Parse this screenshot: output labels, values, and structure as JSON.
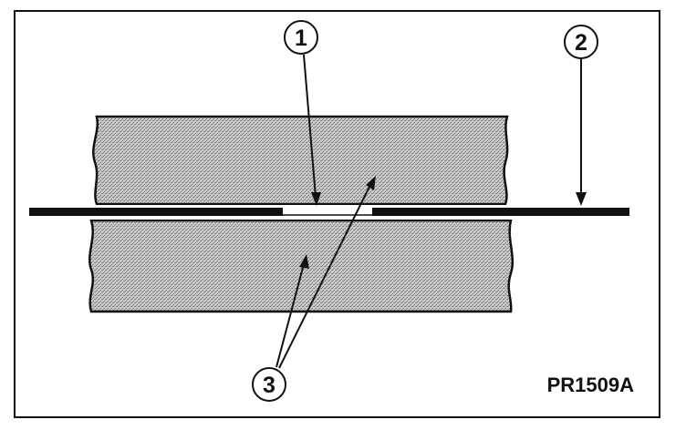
{
  "callouts": [
    {
      "label": "1"
    },
    {
      "label": "2"
    },
    {
      "label": "3"
    }
  ],
  "figure_id": "PR1509A",
  "colors": {
    "ink": "#111111",
    "stone": "#b3b3b3",
    "paper": "#ffffff"
  }
}
